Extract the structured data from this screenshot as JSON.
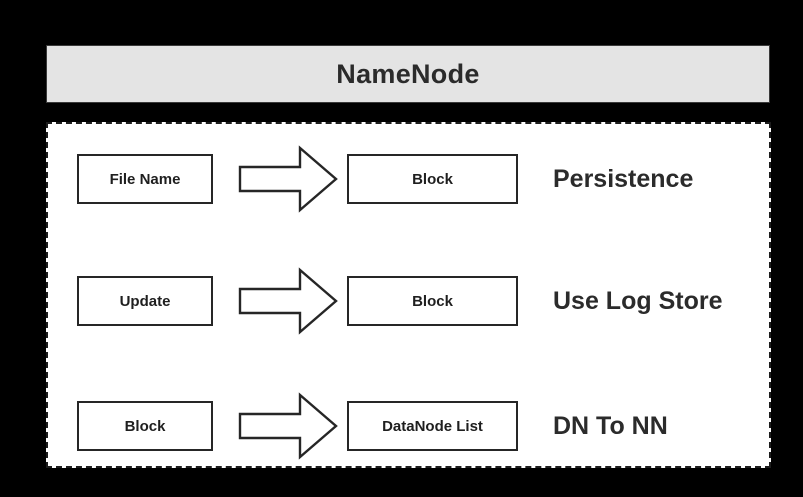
{
  "diagram": {
    "background_color": "#000000",
    "header": {
      "title": "NameNode",
      "fill_color": "#e4e4e4",
      "border_color": "#3a3a3a"
    },
    "panel": {
      "fill_color": "#ffffff",
      "border_color": "#1d1d1d",
      "border_style": "dashed"
    },
    "rows": [
      {
        "source": "File Name",
        "arrow": "right-arrow-icon",
        "target": "Block",
        "caption": "Persistence"
      },
      {
        "source": "Update",
        "arrow": "right-arrow-icon",
        "target": "Block",
        "caption": "Use Log Store"
      },
      {
        "source": "Block",
        "arrow": "right-arrow-icon",
        "target": "DataNode List",
        "caption": "DN To NN"
      }
    ]
  }
}
